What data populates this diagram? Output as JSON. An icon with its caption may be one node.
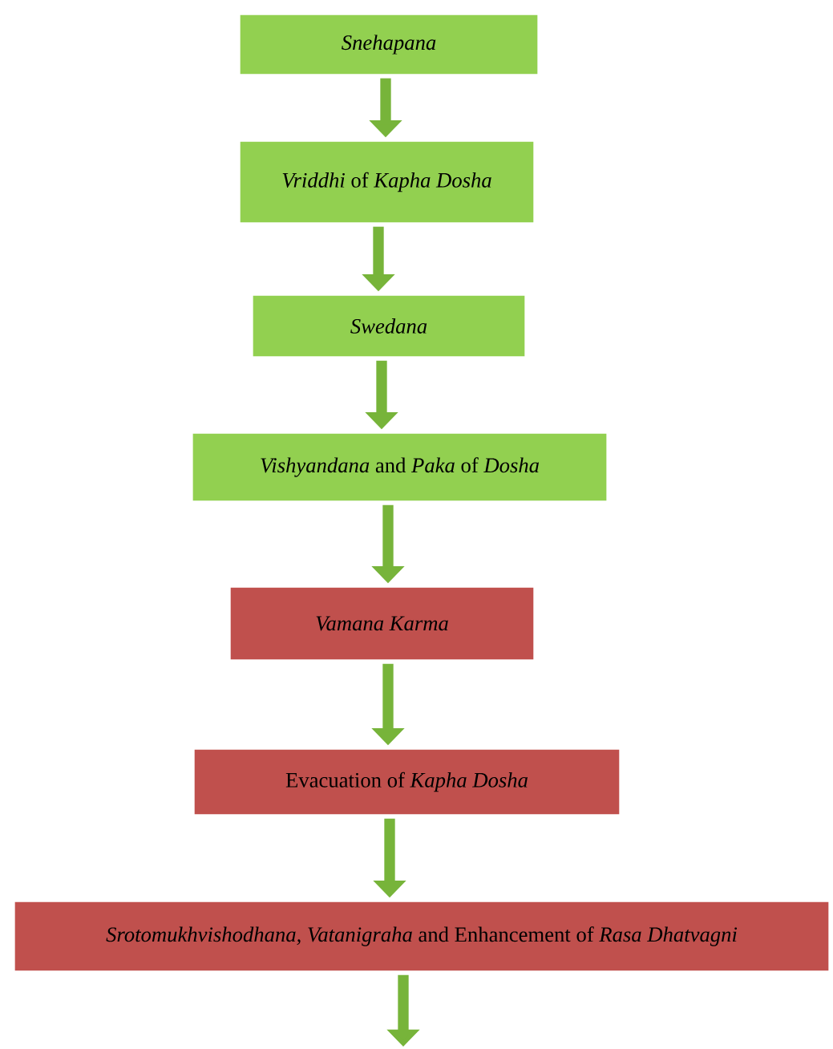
{
  "diagram": {
    "nodes": [
      {
        "text": [
          "Snehapana"
        ]
      },
      {
        "text": [
          "*Vriddhi* of *Kapha Dosha*"
        ]
      },
      {
        "text": [
          "Swedana"
        ]
      },
      {
        "text": [
          "*Vishyandana* and *Paka* of *Dosha*"
        ]
      },
      {
        "text": [
          "Vamana Karma"
        ]
      },
      {
        "text": [
          "Evacuation of *Kapha Dosha*"
        ]
      },
      {
        "text": [
          "*Srotomukhvishodhana, Vatanigraha* and Enhancement of *Rasa Dhatvagni*"
        ]
      }
    ],
    "edges": [
      {
        "from": 0,
        "to": 1,
        "arrow": "to"
      },
      {
        "from": 1,
        "to": 2,
        "arrow": "to"
      },
      {
        "from": 2,
        "to": 3,
        "arrow": "to"
      },
      {
        "from": 3,
        "to": 4,
        "arrow": "to"
      },
      {
        "from": 4,
        "to": 5,
        "arrow": "to"
      },
      {
        "from": 5,
        "to": 6,
        "arrow": "to"
      },
      {
        "from": 6,
        "to": null,
        "arrow": "to"
      }
    ]
  }
}
